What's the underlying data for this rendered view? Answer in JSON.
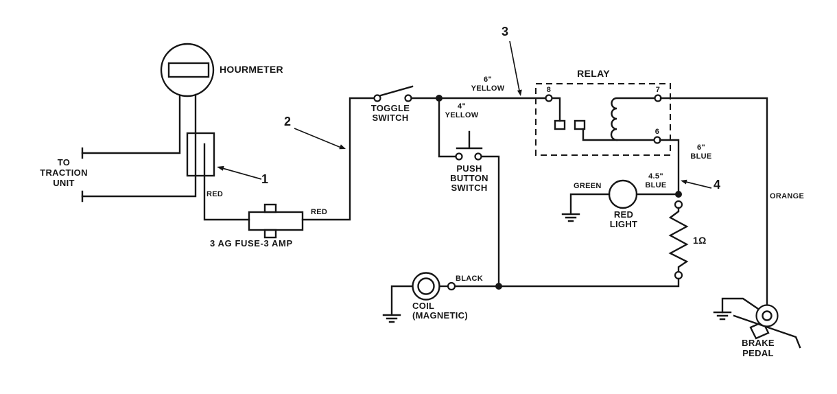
{
  "colors": {
    "line": "#161616",
    "background": "#ffffff"
  },
  "components": {
    "hourmeter": {
      "label": "HOURMETER"
    },
    "traction_unit": {
      "line1": "TO",
      "line2": "TRACTION",
      "line3": "UNIT"
    },
    "fuse": {
      "label": "3 AG  FUSE-3 AMP"
    },
    "toggle_switch": {
      "line1": "TOGGLE",
      "line2": "SWITCH"
    },
    "push_button_switch": {
      "line1": "PUSH",
      "line2": "BUTTON",
      "line3": "SWITCH"
    },
    "relay": {
      "label": "RELAY",
      "pin8": "8",
      "pin7": "7",
      "pin6": "6"
    },
    "red_light": {
      "line1": "RED",
      "line2": "LIGHT"
    },
    "resistor": {
      "label": "1Ω"
    },
    "coil": {
      "line1": "COIL",
      "line2": "(MAGNETIC)"
    },
    "brake_pedal": {
      "line1": "BRAKE",
      "line2": "PEDAL"
    }
  },
  "wire_labels": {
    "red_left": "RED",
    "red_right": "RED",
    "yellow_6in": {
      "line1": "6\"",
      "line2": "YELLOW"
    },
    "yellow_4in": {
      "line1": "4\"",
      "line2": "YELLOW"
    },
    "blue_6in": {
      "line1": "6\"",
      "line2": "BLUE"
    },
    "blue_45in": {
      "line1": "4.5\"",
      "line2": "BLUE"
    },
    "green": "GREEN",
    "black": "BLACK",
    "orange": "ORANGE"
  },
  "callouts": {
    "c1": "1",
    "c2": "2",
    "c3": "3",
    "c4": "4"
  }
}
